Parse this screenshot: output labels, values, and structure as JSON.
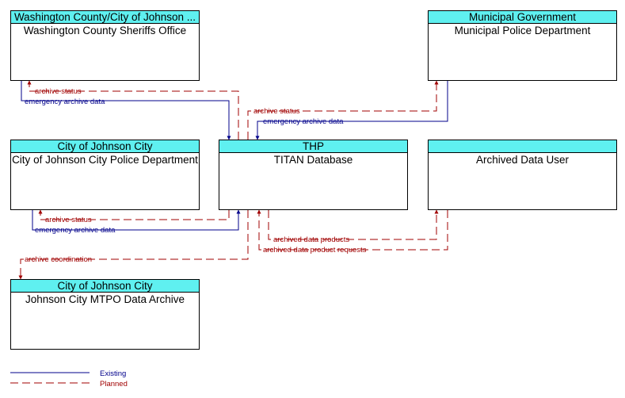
{
  "nodes": {
    "washington": {
      "owner": "Washington County/City of Johnson ...",
      "name": "Washington County Sheriffs Office"
    },
    "municipal": {
      "owner": "Municipal Government",
      "name": "Municipal Police Department"
    },
    "jc_police": {
      "owner": "City of Johnson City",
      "name": "City of Johnson City Police Department"
    },
    "titan": {
      "owner": "THP",
      "name": "TITAN Database"
    },
    "archived_user": {
      "owner": "",
      "name": "Archived Data User"
    },
    "mtpo": {
      "owner": "City of Johnson City",
      "name": "Johnson City MTPO Data Archive"
    }
  },
  "flows": {
    "wash_status": "archive status",
    "wash_emergency": "emergency archive data",
    "muni_status": "archive status",
    "muni_emergency": "emergency archive data",
    "jc_status": "archive status",
    "jc_emergency": "emergency archive data",
    "coordination": "archive coordination",
    "products": "archived data products",
    "product_requests": "archived data product requests"
  },
  "legend": {
    "existing": "Existing",
    "planned": "Planned"
  },
  "colors": {
    "existing": "#00008b",
    "planned": "#a00000",
    "header": "#5ff0f0"
  }
}
